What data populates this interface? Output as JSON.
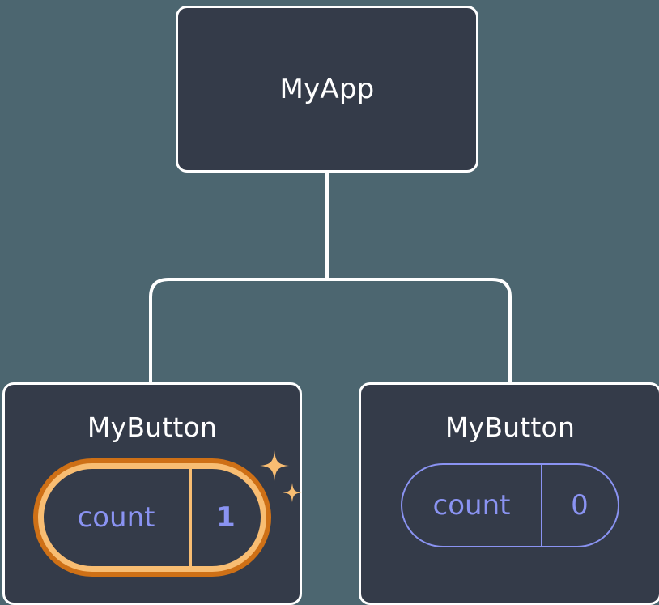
{
  "diagram": {
    "type": "component-tree",
    "background_color": "#4c6670",
    "card_fill_color": "#343b49",
    "card_border_color": "#ffffff",
    "connector_color": "#ffffff",
    "highlight_outer_color": "#ce7016",
    "highlight_inner_color": "#f8bd72",
    "state_text_color": "#8a93f2",
    "title_text_color": "#ffffff"
  },
  "root": {
    "title": "MyApp"
  },
  "children": [
    {
      "title": "MyButton",
      "state": {
        "key": "count",
        "value": "1"
      },
      "highlighted": true,
      "sparkle_icons": [
        "sparkle-large-icon",
        "sparkle-small-icon"
      ]
    },
    {
      "title": "MyButton",
      "state": {
        "key": "count",
        "value": "0"
      },
      "highlighted": false,
      "sparkle_icons": []
    }
  ]
}
